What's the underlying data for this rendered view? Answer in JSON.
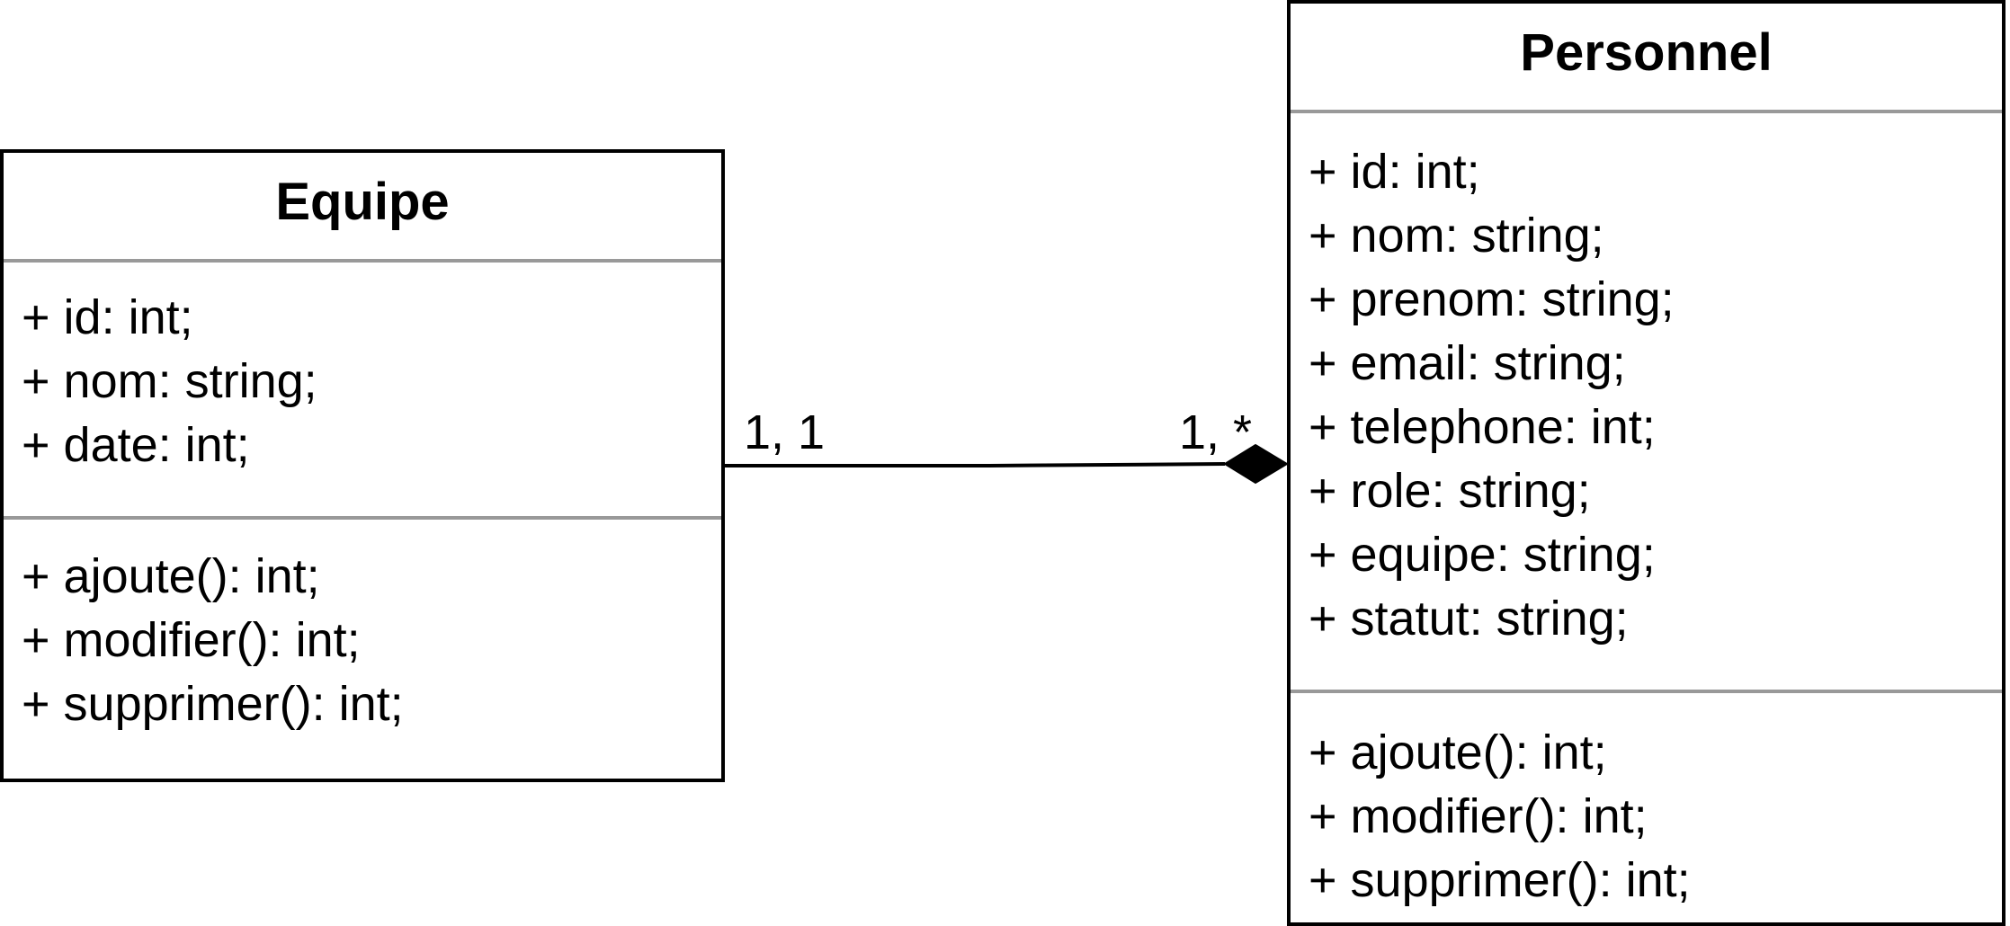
{
  "classes": {
    "equipe": {
      "name": "Equipe",
      "attributes": [
        "+ id: int;",
        "+ nom: string;",
        "+ date: int;"
      ],
      "operations": [
        "+ ajoute(): int;",
        "+ modifier(): int;",
        "+ supprimer(): int;"
      ]
    },
    "personnel": {
      "name": "Personnel",
      "attributes": [
        "+ id: int;",
        "+ nom: string;",
        "+ prenom: string;",
        "+ email: string;",
        "+ telephone: int;",
        "+ role: string;",
        "+ equipe: string;",
        "+ statut: string;"
      ],
      "operations": [
        "+ ajoute(): int;",
        "+ modifier(): int;",
        "+ supprimer(): int;"
      ]
    }
  },
  "association": {
    "type": "composition",
    "source_multiplicity": "1, 1",
    "target_multiplicity": "1, *"
  },
  "colors": {
    "line": "#000000",
    "divider": "#999999",
    "background": "#ffffff"
  }
}
